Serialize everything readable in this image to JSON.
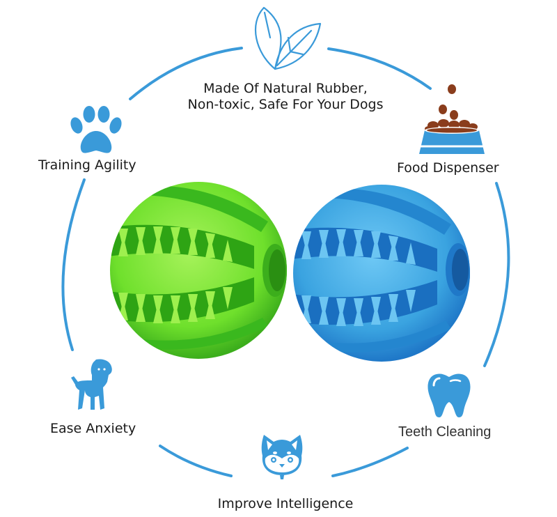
{
  "colors": {
    "accent_blue": "#3a9ad9",
    "ring_blue": "#3a9ad9",
    "green_ball": "#7fe83a",
    "green_ball_dark": "#3cae1c",
    "blue_ball": "#3aa3e0",
    "blue_ball_dark": "#1a6fc0",
    "kibble_brown": "#8a3d1c",
    "text": "#1a1a1a"
  },
  "features": [
    {
      "id": "natural-rubber",
      "icon": "leaf-icon",
      "label_line1": "Made Of Natural Rubber,",
      "label_line2": "Non-toxic, Safe For Your Dogs"
    },
    {
      "id": "training-agility",
      "icon": "paw-icon",
      "label": "Training Agility"
    },
    {
      "id": "food-dispenser",
      "icon": "food-bowl-icon",
      "label": "Food Dispenser"
    },
    {
      "id": "ease-anxiety",
      "icon": "puppy-icon",
      "label": "Ease Anxiety"
    },
    {
      "id": "teeth-cleaning",
      "icon": "tooth-icon",
      "label": "Teeth Cleaning"
    },
    {
      "id": "improve-intelligence",
      "icon": "shiba-dog-face-icon",
      "label": "Improve Intelligence"
    }
  ],
  "products": [
    {
      "name": "green-dental-ball",
      "color": "green"
    },
    {
      "name": "blue-dental-ball",
      "color": "blue"
    }
  ]
}
